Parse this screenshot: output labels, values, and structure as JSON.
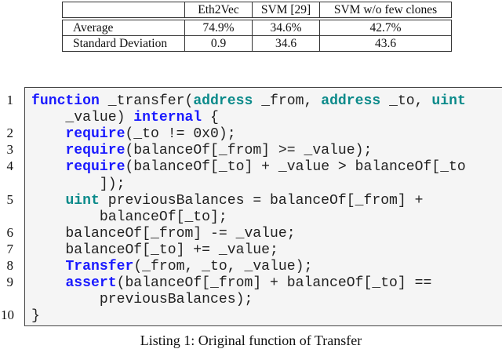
{
  "table": {
    "header": [
      "",
      "Eth2Vec",
      "SVM [29]",
      "SVM w/o few clones"
    ],
    "rows": [
      {
        "label": "Average",
        "values": [
          "74.9%",
          "34.6%",
          "42.7%"
        ]
      },
      {
        "label": "Standard Deviation",
        "values": [
          "0.9",
          "34.6",
          "43.6"
        ]
      }
    ]
  },
  "listing": {
    "line_numbers": [
      "1",
      "2",
      "3",
      "4",
      "5",
      "6",
      "7",
      "8",
      "9",
      "10"
    ],
    "colors": {
      "keyword": "#1a1aff",
      "type": "#0b8a8a",
      "background": "#f5f5f5"
    },
    "lines": [
      {
        "n": "1",
        "segs": [
          [
            "kw",
            "function"
          ],
          [
            "t",
            " _transfer("
          ],
          [
            "ty",
            "address"
          ],
          [
            "t",
            " _from, "
          ],
          [
            "ty",
            "address"
          ],
          [
            "t",
            " _to, "
          ],
          [
            "ty",
            "uint"
          ]
        ]
      },
      {
        "n": "",
        "segs": [
          [
            "t",
            "    _value) "
          ],
          [
            "kw",
            "internal"
          ],
          [
            "t",
            " {"
          ]
        ]
      },
      {
        "n": "2",
        "segs": [
          [
            "t",
            "    "
          ],
          [
            "kw",
            "require"
          ],
          [
            "t",
            "(_to != 0x0);"
          ]
        ]
      },
      {
        "n": "3",
        "segs": [
          [
            "t",
            "    "
          ],
          [
            "kw",
            "require"
          ],
          [
            "t",
            "(balanceOf[_from] >= _value);"
          ]
        ]
      },
      {
        "n": "4",
        "segs": [
          [
            "t",
            "    "
          ],
          [
            "kw",
            "require"
          ],
          [
            "t",
            "(balanceOf[_to] + _value > balanceOf[_to"
          ]
        ]
      },
      {
        "n": "",
        "segs": [
          [
            "t",
            "        ]);"
          ]
        ]
      },
      {
        "n": "5",
        "segs": [
          [
            "t",
            "    "
          ],
          [
            "ty",
            "uint"
          ],
          [
            "t",
            " previousBalances = balanceOf[_from] +"
          ]
        ]
      },
      {
        "n": "",
        "segs": [
          [
            "t",
            "        balanceOf[_to];"
          ]
        ]
      },
      {
        "n": "6",
        "segs": [
          [
            "t",
            "    balanceOf[_from] -= _value;"
          ]
        ]
      },
      {
        "n": "7",
        "segs": [
          [
            "t",
            "    balanceOf[_to] += _value;"
          ]
        ]
      },
      {
        "n": "8",
        "segs": [
          [
            "t",
            "    "
          ],
          [
            "kw",
            "Transfer"
          ],
          [
            "t",
            "(_from, _to, _value);"
          ]
        ]
      },
      {
        "n": "9",
        "segs": [
          [
            "t",
            "    "
          ],
          [
            "kw",
            "assert"
          ],
          [
            "t",
            "(balanceOf[_from] + balanceOf[_to] =="
          ]
        ]
      },
      {
        "n": "",
        "segs": [
          [
            "t",
            "        previousBalances);"
          ]
        ]
      },
      {
        "n": "10",
        "segs": [
          [
            "t",
            "}"
          ]
        ]
      }
    ]
  },
  "caption": "Listing 1: Original function of Transfer"
}
